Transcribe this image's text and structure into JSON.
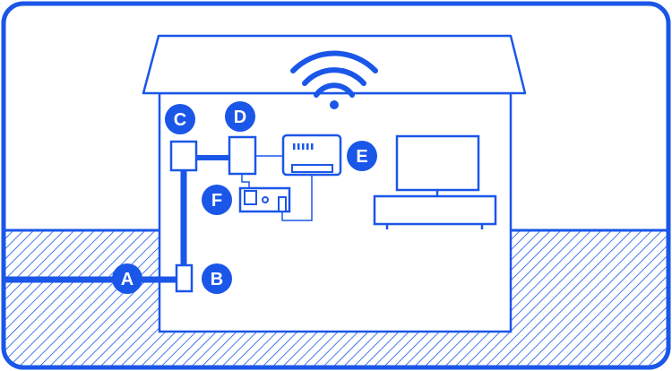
{
  "colors": {
    "primary": "#1a56e8",
    "background": "#ffffff",
    "label_text": "#ffffff"
  },
  "labels": {
    "a": "A",
    "b": "B",
    "c": "C",
    "d": "D",
    "e": "E",
    "f": "F"
  },
  "icons": {
    "wifi": "wifi-icon",
    "tv": "tv-icon",
    "router": "router-icon"
  }
}
